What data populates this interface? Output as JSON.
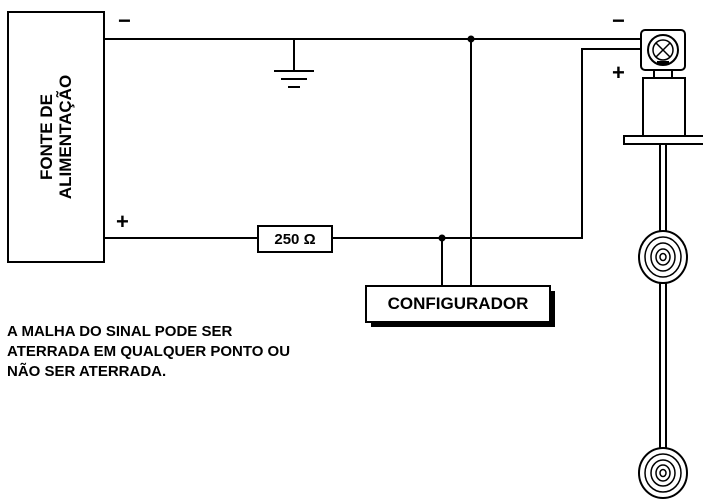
{
  "power_supply": {
    "line1": "FONTE DE",
    "line2": "ALIMENTAÇÃO"
  },
  "resistor": {
    "label": "250 Ω"
  },
  "configurator": {
    "label": "CONFIGURADOR"
  },
  "polarity": {
    "psu_negative": "−",
    "psu_positive": "+",
    "transmitter_negative": "−",
    "transmitter_positive": "+"
  },
  "note": {
    "line1": "A MALHA DO SINAL PODE SER",
    "line2": "ATERRADA EM QUALQUER PONTO OU",
    "line3": "NÃO SER ATERRADA."
  }
}
